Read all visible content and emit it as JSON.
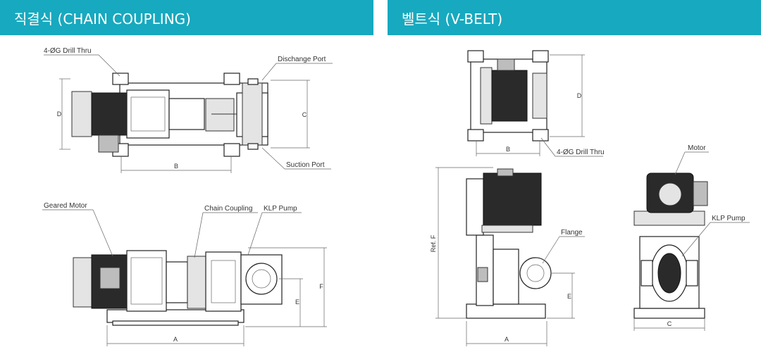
{
  "headers": {
    "left": "직결식 (CHAIN COUPLING)",
    "right": "벨트식 (V-BELT)"
  },
  "chain": {
    "top_view": {
      "drill_thru": "4-ØG Drill Thru",
      "discharge_port": "Dischange Port",
      "suction_port": "Suction Port",
      "dim_d": "D",
      "dim_c": "C",
      "dim_b": "B"
    },
    "side_view": {
      "geared_motor": "Geared Motor",
      "chain_coupling": "Chain Coupling",
      "klp_pump": "KLP Pump",
      "dim_e": "E",
      "dim_f": "F",
      "dim_a": "A"
    }
  },
  "vbelt": {
    "top_view": {
      "dim_d": "D",
      "dim_b": "B",
      "drill_thru": "4-ØG Drill Thru"
    },
    "side_view": {
      "ref_f": "Ref. F",
      "flange": "Flange",
      "dim_e": "E",
      "dim_a": "A"
    },
    "front_view": {
      "motor": "Motor",
      "klp_pump": "KLP Pump",
      "dim_c": "C"
    }
  },
  "colors": {
    "header_bg": "#17a9bf",
    "header_text": "#ffffff",
    "line": "#333333"
  }
}
